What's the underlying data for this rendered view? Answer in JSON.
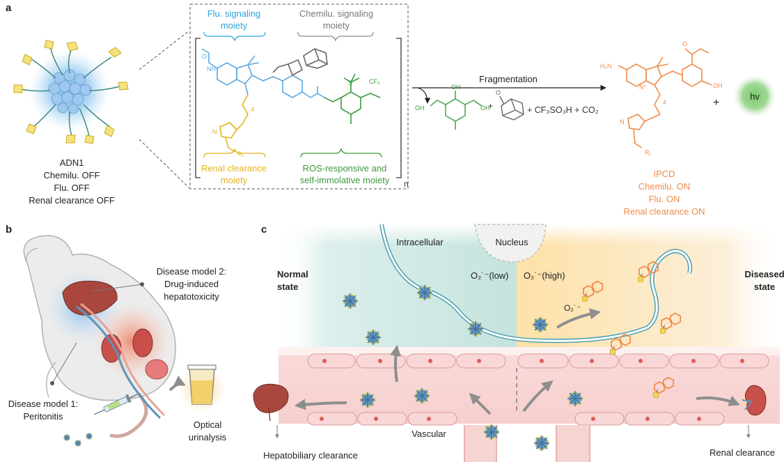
{
  "panel_labels": {
    "a": "a",
    "b": "b",
    "c": "c"
  },
  "panel_a": {
    "adn1": {
      "name": "ADN1",
      "chemilu": "Chemilu. OFF",
      "flu": "Flu. OFF",
      "renal": "Renal clearance OFF"
    },
    "moieties": {
      "flu_line1": "Flu. signaling",
      "flu_line2": "moiety",
      "chemilu_line1": "Chemilu. signaling",
      "chemilu_line2": "moiety",
      "renal_line1": "Renal clearance",
      "renal_line2": "moiety",
      "ros_line1": "ROS-responsive and",
      "ros_line2": "self-immolative moiety"
    },
    "chem_labels": {
      "nh": "NH",
      "o": "O",
      "cf3": "CF₃",
      "s": "S",
      "r1": "R₁",
      "n": "N",
      "four": "4",
      "subscript_n": "n",
      "oh": "OH",
      "h2n": "H₂N",
      "plus_n": "N⁺",
      "plus": "+"
    },
    "fragmentation_label": "Fragmentation",
    "byproducts": "+ CF₃SO₃H + CO₂",
    "hv": "hv",
    "plus_sign": "+",
    "ipcd": {
      "name": "IPCD",
      "chemilu": "Chemilu. ON",
      "flu": "Flu. ON",
      "renal": "Renal clearance ON"
    }
  },
  "panel_b": {
    "disease2_line1": "Disease model 2:",
    "disease2_line2": "Drug-induced",
    "disease2_line3": "hepatotoxicity",
    "disease1_line1": "Disease model 1:",
    "disease1_line2": "Peritonitis",
    "optical_line1": "Optical",
    "optical_line2": "urinalysis"
  },
  "panel_c": {
    "intracellular": "Intracellular",
    "nucleus": "Nucleus",
    "normal_line1": "Normal",
    "normal_line2": "state",
    "diseased_line1": "Diseased",
    "diseased_line2": "state",
    "o2_low": "O₂˙⁻(low)",
    "o2_high": "O₂˙⁻(high)",
    "o2": "O₂˙⁻",
    "vascular": "Vascular",
    "hepatobiliary": "Hepatobiliary clearance",
    "renal": "Renal clearance"
  },
  "colors": {
    "flu_blue": "#29a3dc",
    "chemilu_gray": "#7a7a7a",
    "renal_yellow": "#e7b21b",
    "ros_green": "#3d9a3d",
    "ipcd_orange": "#f08a4b",
    "normal_teal": "#cfe8e4",
    "diseased_peach": "#fbe6bf",
    "vessel_pink": "#f6d4d2",
    "hv_green": "#8fd18a"
  }
}
